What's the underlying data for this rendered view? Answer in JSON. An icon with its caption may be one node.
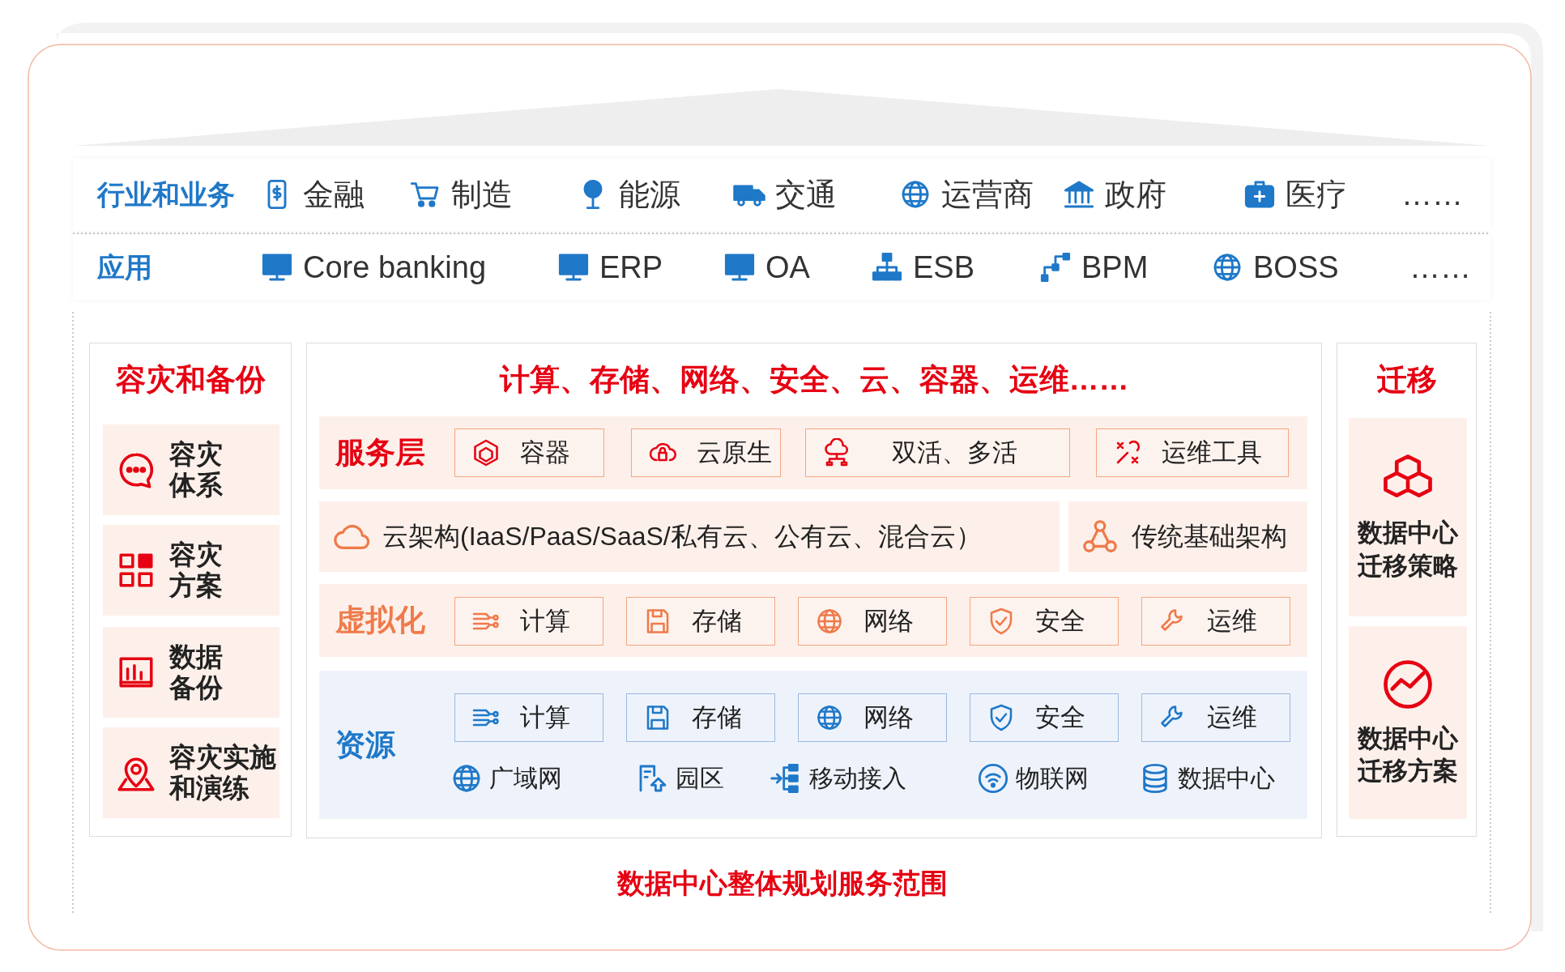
{
  "diagram": {
    "caption": "数据中心整体规划服务范围",
    "nodes": [
      {
        "text": [
          "行业和业务"
        ]
      },
      {
        "text": [
          "金融"
        ],
        "in": 0
      },
      {
        "text": [
          "制造"
        ],
        "in": 0
      },
      {
        "text": [
          "能源"
        ],
        "in": 0
      },
      {
        "text": [
          "交通"
        ],
        "in": 0
      },
      {
        "text": [
          "运营商"
        ],
        "in": 0
      },
      {
        "text": [
          "政府"
        ],
        "in": 0
      },
      {
        "text": [
          "医疗"
        ],
        "in": 0
      },
      {
        "text": [
          "……"
        ],
        "in": 0
      },
      {
        "text": [
          "应用"
        ]
      },
      {
        "text": [
          "Core banking"
        ],
        "in": 9
      },
      {
        "text": [
          "ERP"
        ],
        "in": 9
      },
      {
        "text": [
          "OA"
        ],
        "in": 9
      },
      {
        "text": [
          "ESB"
        ],
        "in": 9
      },
      {
        "text": [
          "BPM"
        ],
        "in": 9
      },
      {
        "text": [
          "BOSS"
        ],
        "in": 9
      },
      {
        "text": [
          "……"
        ],
        "in": 9
      },
      {
        "text": [
          "容灾和备份"
        ]
      },
      {
        "text": [
          "容灾体系"
        ],
        "in": 17
      },
      {
        "text": [
          "容灾方案"
        ],
        "in": 17
      },
      {
        "text": [
          "数据备份"
        ],
        "in": 17
      },
      {
        "text": [
          "容灾实施和演练"
        ],
        "in": 17
      },
      {
        "text": [
          "计算、存储、网络、安全、云、容器、运维……"
        ]
      },
      {
        "text": [
          "服务层"
        ],
        "in": 22
      },
      {
        "text": [
          "容器"
        ],
        "in": 23
      },
      {
        "text": [
          "云原生"
        ],
        "in": 23
      },
      {
        "text": [
          "双活、多活"
        ],
        "in": 23
      },
      {
        "text": [
          "运维工具"
        ],
        "in": 23
      },
      {
        "text": [
          "云架构(IaaS/PaaS/SaaS/私有云、公有云、混合云）"
        ],
        "in": 22
      },
      {
        "text": [
          "传统基础架构"
        ],
        "in": 22
      },
      {
        "text": [
          "虚拟化"
        ],
        "in": 22
      },
      {
        "text": [
          "计算"
        ],
        "in": 30
      },
      {
        "text": [
          "存储"
        ],
        "in": 30
      },
      {
        "text": [
          "网络"
        ],
        "in": 30
      },
      {
        "text": [
          "安全"
        ],
        "in": 30
      },
      {
        "text": [
          "运维"
        ],
        "in": 30
      },
      {
        "text": [
          "资源"
        ],
        "in": 22
      },
      {
        "text": [
          "计算"
        ],
        "in": 36
      },
      {
        "text": [
          "存储"
        ],
        "in": 36
      },
      {
        "text": [
          "网络"
        ],
        "in": 36
      },
      {
        "text": [
          "安全"
        ],
        "in": 36
      },
      {
        "text": [
          "运维"
        ],
        "in": 36
      },
      {
        "text": [
          "广域网"
        ],
        "in": 36
      },
      {
        "text": [
          "园区"
        ],
        "in": 36
      },
      {
        "text": [
          "移动接入"
        ],
        "in": 36
      },
      {
        "text": [
          "物联网"
        ],
        "in": 36
      },
      {
        "text": [
          "数据中心"
        ],
        "in": 36
      },
      {
        "text": [
          "迁移"
        ]
      },
      {
        "text": [
          "数据中心迁移策略"
        ],
        "in": 47
      },
      {
        "text": [
          "数据中心迁移方案"
        ],
        "in": 47
      }
    ]
  }
}
